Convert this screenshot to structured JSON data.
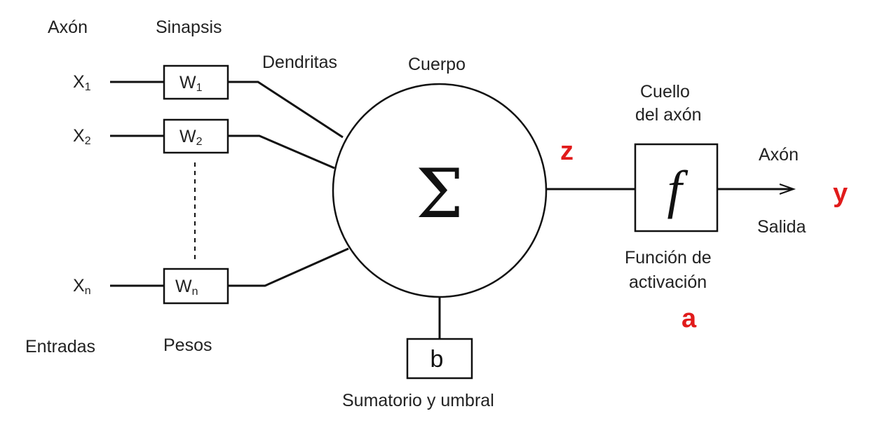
{
  "labels": {
    "axon_top_left": "Axón",
    "synapse": "Sinapsis",
    "dendrites": "Dendritas",
    "body": "Cuerpo",
    "axon_neck_line1": "Cuello",
    "axon_neck_line2": "del axón",
    "axon_output": "Axón",
    "output": "Salida",
    "activation_line1": "Función de",
    "activation_line2": "activación",
    "inputs": "Entradas",
    "weights": "Pesos",
    "sum_threshold": "Sumatorio y umbral"
  },
  "inputs": [
    {
      "base": "X",
      "index": "1"
    },
    {
      "base": "X",
      "index": "2"
    },
    {
      "base": "X",
      "index": "n"
    }
  ],
  "weights": [
    {
      "base": "W",
      "index": "1"
    },
    {
      "base": "W",
      "index": "2"
    },
    {
      "base": "W",
      "index": "n"
    }
  ],
  "symbols": {
    "sum": "Σ",
    "activation": "f",
    "bias": "b",
    "z": "z",
    "a": "a",
    "y": "y"
  },
  "colors": {
    "annotation": "#e11b1b",
    "ink": "#111111"
  }
}
